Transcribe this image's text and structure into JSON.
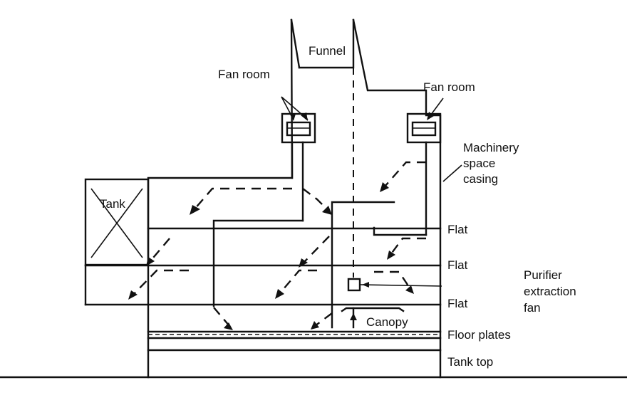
{
  "labels": {
    "funnel": "Funnel",
    "fan_room_left": "Fan room",
    "fan_room_right": "Fan room",
    "machinery_line1": "Machinery",
    "machinery_line2": "space",
    "machinery_line3": "casing",
    "tank": "Tank",
    "flat_1": "Flat",
    "flat_2": "Flat",
    "flat_3": "Flat",
    "purifier_line1": "Purifier",
    "purifier_line2": "extraction",
    "purifier_line3": "fan",
    "canopy": "Canopy",
    "floor_plates": "Floor plates",
    "tank_top": "Tank top"
  }
}
